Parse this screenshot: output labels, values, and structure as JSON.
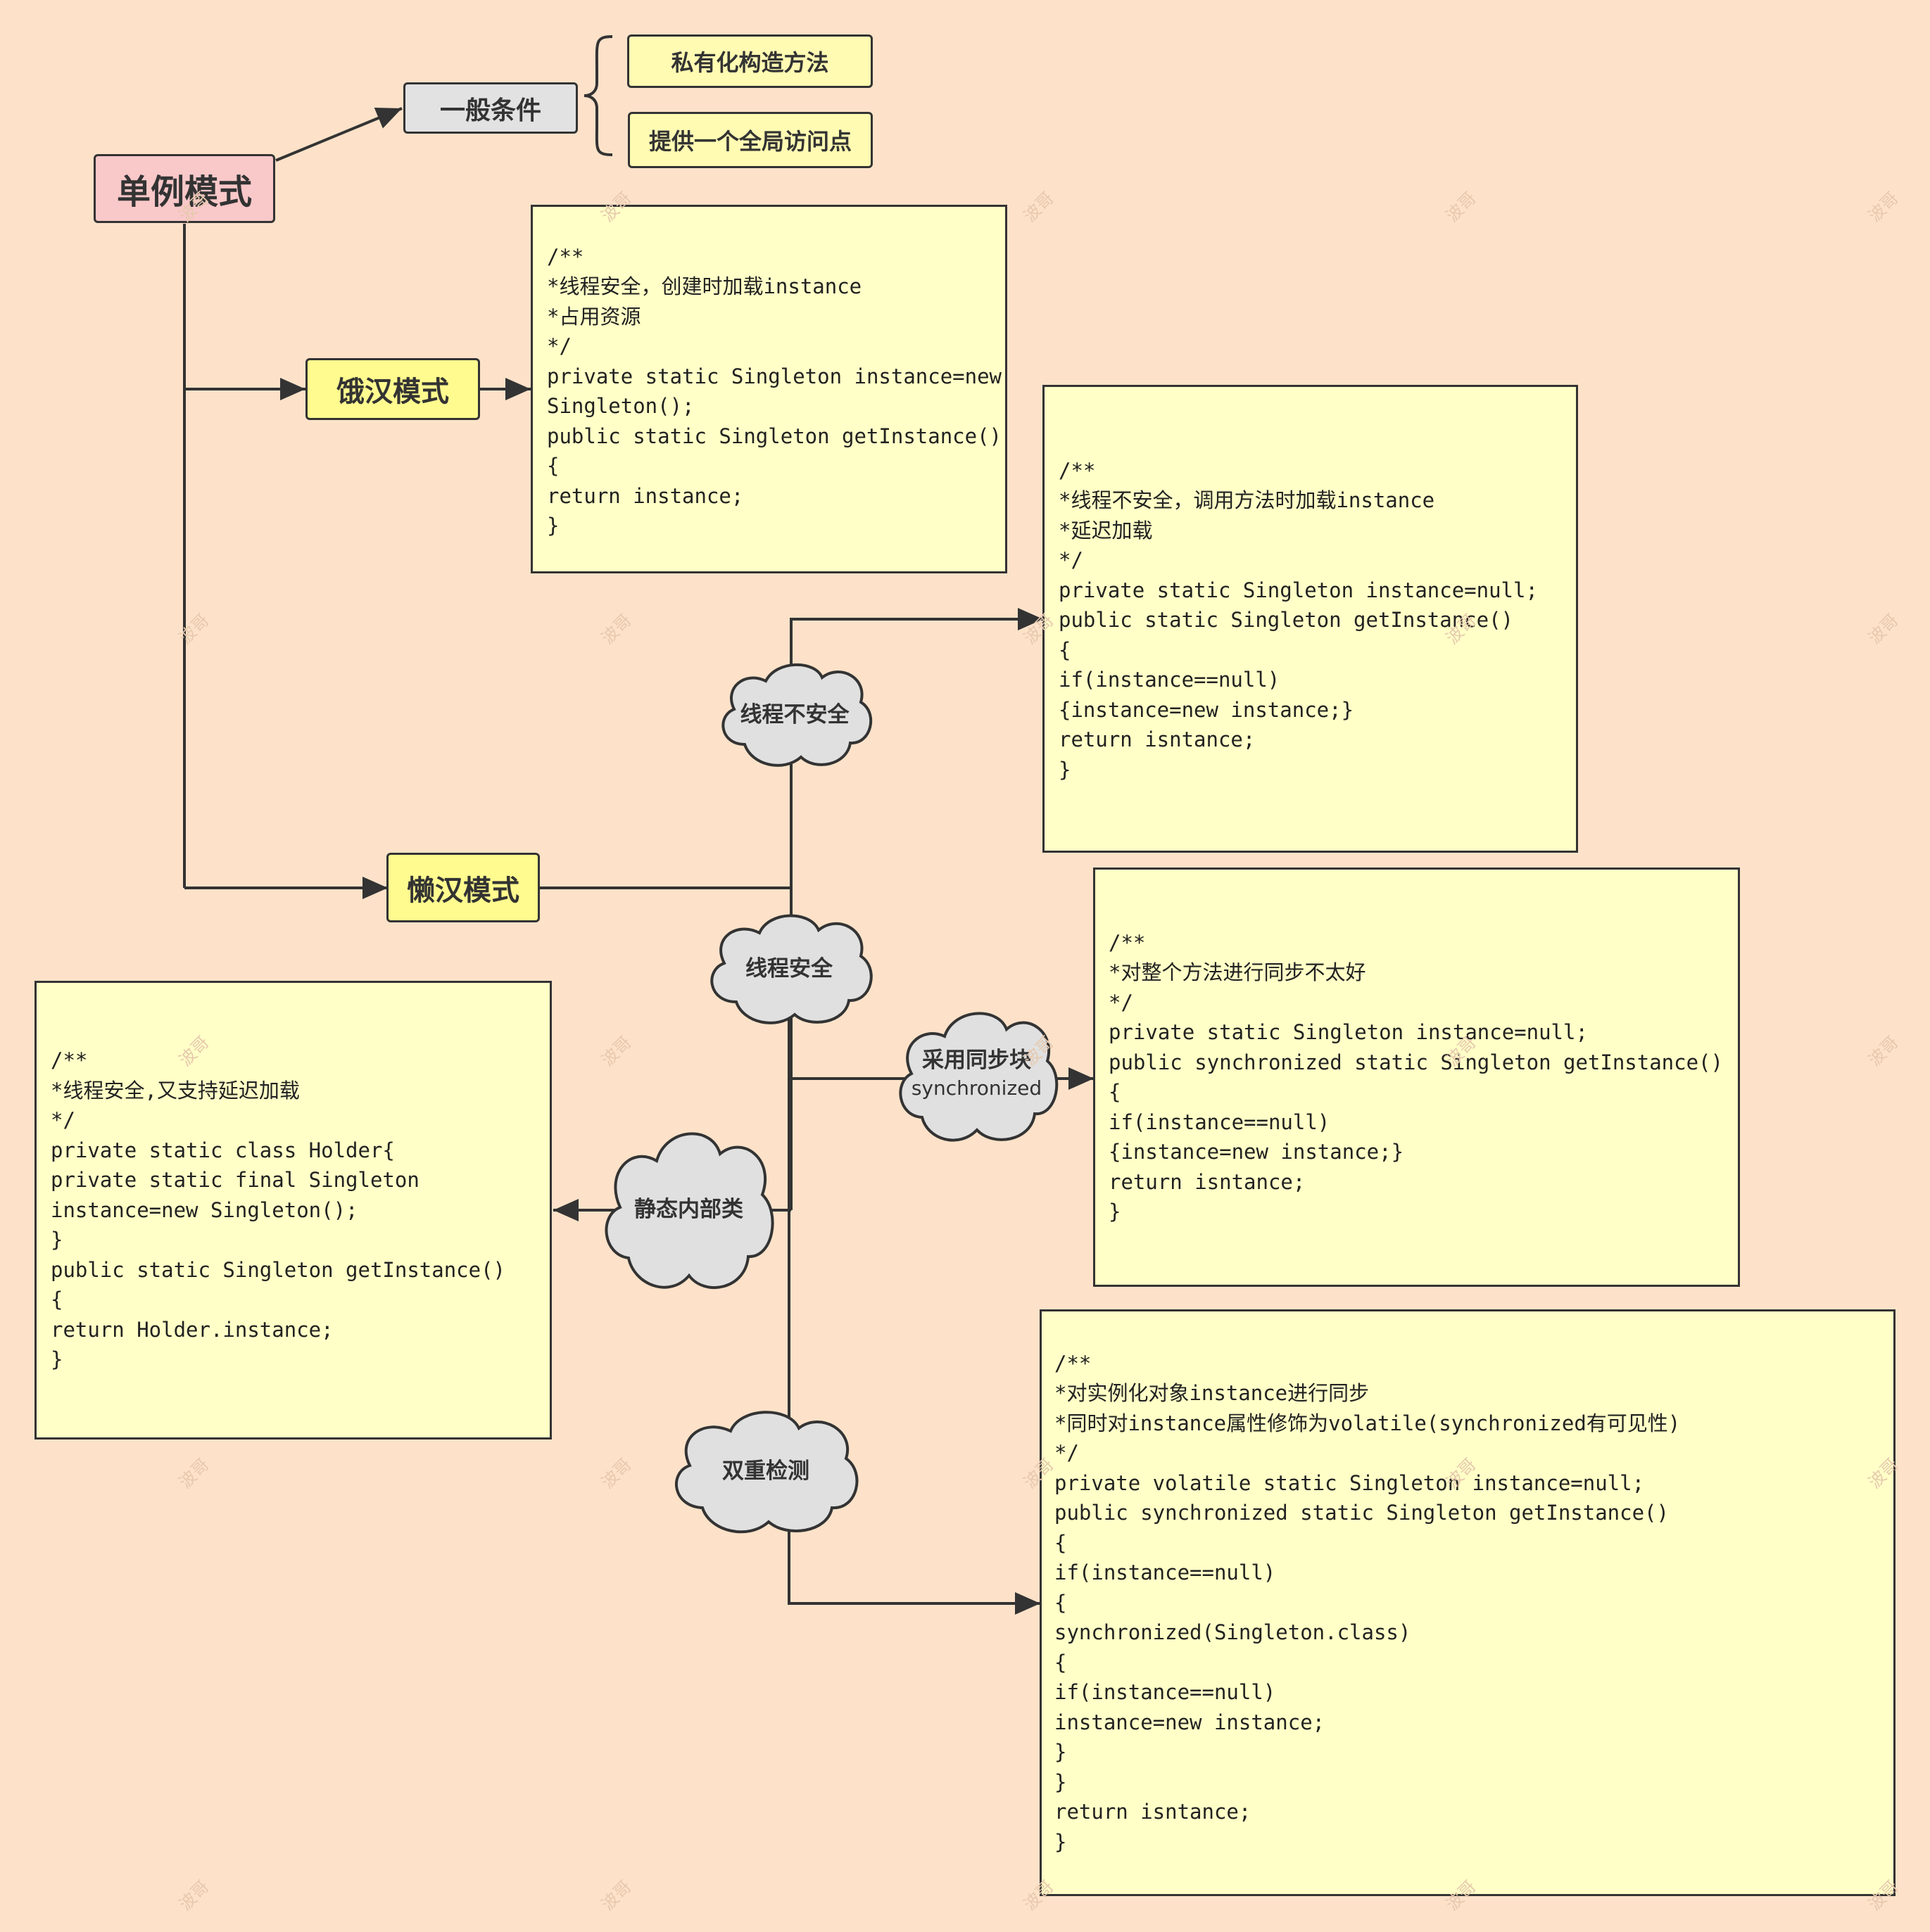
{
  "root": "单例模式",
  "general": {
    "label": "一般条件",
    "items": [
      "私有化构造方法",
      "提供一个全局访问点"
    ]
  },
  "eager": {
    "label": "饿汉模式",
    "code": "/**\n*线程安全，创建时加载instance\n*占用资源\n*/\nprivate static Singleton instance=new\nSingleton();\npublic static Singleton getInstance()\n{\nreturn instance;\n}"
  },
  "lazy": {
    "label": "懒汉模式",
    "unsafe": {
      "label": "线程不安全",
      "code": "/**\n*线程不安全，调用方法时加载instance\n*延迟加载\n*/\nprivate static Singleton instance=null;\npublic static Singleton getInstance()\n{\nif(instance==null)\n{instance=new instance;}\nreturn isntance;\n}"
    },
    "safe": {
      "label": "线程安全",
      "sync_block": {
        "label": "采用同步块",
        "sublabel": "synchronized",
        "code": "/**\n*对整个方法进行同步不太好\n*/\nprivate static Singleton instance=null;\npublic synchronized static Singleton getInstance()\n{\nif(instance==null)\n{instance=new instance;}\nreturn isntance;\n}"
      },
      "static_inner": {
        "label": "静态内部类",
        "code": "/**\n*线程安全,又支持延迟加载\n*/\nprivate static class Holder{\nprivate static final Singleton\ninstance=new Singleton();\n}\npublic static Singleton getInstance()\n{\nreturn Holder.instance;\n}"
      },
      "double_check": {
        "label": "双重检测",
        "code": "/**\n*对实例化对象instance进行同步\n*同时对instance属性修饰为volatile(synchronized有可见性)\n*/\nprivate volatile static Singleton instance=null;\npublic synchronized static Singleton getInstance()\n{\nif(instance==null)\n{\nsynchronized(Singleton.class)\n{\nif(instance==null)\ninstance=new instance;\n}\n}\nreturn isntance;\n}"
      }
    }
  },
  "watermark": "波哥",
  "colors": {
    "background": "#fde2c9",
    "root": "#f9c8c9",
    "condition": "#e2e2e2",
    "mode": "#fffb8f",
    "code_note": "#ffffc7",
    "cloud": "#e0e0e0",
    "line": "#333333"
  }
}
